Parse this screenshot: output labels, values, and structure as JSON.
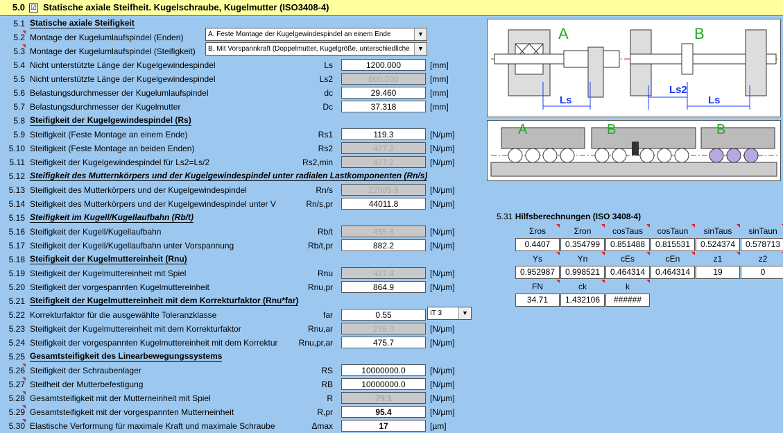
{
  "header": {
    "num": "5.0",
    "checkbox": "☑",
    "title": "Statische axiale Steifheit. Kugelschraube, Kugelmutter (ISO3408-4)"
  },
  "rows": [
    {
      "num": "5.1",
      "label": "Statische axiale Steifigkeit",
      "style": "bold",
      "sym": "",
      "val": "",
      "unit": ""
    },
    {
      "num": "5.2",
      "label": "Montage der Kugelumlaufspindel (Enden)",
      "style": "",
      "sym": "",
      "val": "",
      "unit": ""
    },
    {
      "num": "5.3",
      "label": "Montage der Kugelumlaufspindel (Steifigkeit)",
      "style": "",
      "sym": "",
      "val": "",
      "unit": ""
    },
    {
      "num": "5.4",
      "label": "Nicht unterstützte Länge der Kugelgewindespindel",
      "style": "",
      "sym": "Ls",
      "val": "1200.000",
      "unit": "[mm]"
    },
    {
      "num": "5.5",
      "label": "Nicht unterstützte Länge der Kugelgewindespindel",
      "style": "",
      "sym": "Ls2",
      "val": "600.000",
      "gray": true,
      "unit": "[mm]"
    },
    {
      "num": "5.6",
      "label": "Belastungsdurchmesser der Kugelumlaufspindel",
      "style": "",
      "sym": "dc",
      "val": "29.460",
      "unit": "[mm]"
    },
    {
      "num": "5.7",
      "label": "Belastungsdurchmesser der Kugelmutter",
      "style": "",
      "sym": "Dc",
      "val": "37.318",
      "unit": "[mm]"
    },
    {
      "num": "5.8",
      "label": "Steifigkeit der Kugelgewindespindel (Rs)",
      "style": "bold",
      "sym": "",
      "val": "",
      "unit": ""
    },
    {
      "num": "5.9",
      "label": "Steifigkeit (Feste Montage an einem Ende)",
      "style": "",
      "sym": "Rs1",
      "val": "119.3",
      "unit": "[N/µm]"
    },
    {
      "num": "5.10",
      "label": "Steifigkeit (Feste Montage an beiden Enden)",
      "style": "",
      "sym": "Rs2",
      "val": "477.2",
      "gray": true,
      "unit": "[N/µm]"
    },
    {
      "num": "5.11",
      "label": "Steifigkeit der Kugelgewindespindel für Ls2=Ls/2",
      "style": "",
      "sym": "Rs2,min",
      "val": "477.2",
      "gray": true,
      "unit": "[N/µm]"
    },
    {
      "num": "5.12",
      "label": "Steifigkeit des Mutternkörpers und der Kugelgewindespindel unter radialen Lastkomponenten (Rn/s)",
      "style": "bi",
      "sym": "",
      "val": "",
      "unit": ""
    },
    {
      "num": "5.13",
      "label": "Steifigkeit des Mutterkörpers und der Kugelgewindespindel",
      "style": "",
      "sym": "Rn/s",
      "val": "22005.9",
      "gray": true,
      "unit": "[N/µm]"
    },
    {
      "num": "5.14",
      "label": "Steifigkeit des Mutterkörpers und der Kugelgewindespindel unter V",
      "style": "",
      "sym": "Rn/s,pr",
      "val": "44011.8",
      "unit": "[N/µm]"
    },
    {
      "num": "5.15",
      "label": "Steifigkeit im Kugell/Kugellaufbahn (Rb/t)",
      "style": "bi",
      "sym": "",
      "val": "",
      "unit": ""
    },
    {
      "num": "5.16",
      "label": "Steifigkeit der Kugell/Kugellaufbahn",
      "style": "",
      "sym": "Rb/t",
      "val": "435.8",
      "gray": true,
      "unit": "[N/µm]"
    },
    {
      "num": "5.17",
      "label": "Steifigkeit der Kugell/Kugellaufbahn unter Vorspannung",
      "style": "",
      "sym": "Rb/t,pr",
      "val": "882.2",
      "unit": "[N/µm]"
    },
    {
      "num": "5.18",
      "label": "Steifigkeit der Kugelmuttereinheit (Rnu)",
      "style": "bold",
      "sym": "",
      "val": "",
      "unit": ""
    },
    {
      "num": "5.19",
      "label": "Steifigkeit der Kugelmuttereinheit mit Spiel",
      "style": "",
      "sym": "Rnu",
      "val": "427.4",
      "gray": true,
      "unit": "[N/µm]"
    },
    {
      "num": "5.20",
      "label": "Steifigkeit der vorgespannten Kugelmuttereinheit",
      "style": "",
      "sym": "Rnu,pr",
      "val": "864.9",
      "unit": "[N/µm]"
    },
    {
      "num": "5.21",
      "label": "Steifigkeit der Kugelmuttereinheit mit dem Korrekturfaktor (Rnu*far)",
      "style": "bold",
      "sym": "",
      "val": "",
      "unit": ""
    },
    {
      "num": "5.22",
      "label": "Korrekturfaktor für die ausgewählte Toleranzklasse",
      "style": "",
      "sym": "far",
      "val": "0.55",
      "unit": ""
    },
    {
      "num": "5.23",
      "label": "Steifigkeit der Kugelmuttereinheit mit dem Korrekturfaktor",
      "style": "",
      "sym": "Rnu,ar",
      "val": "235.0",
      "gray": true,
      "unit": "[N/µm]"
    },
    {
      "num": "5.24",
      "label": "Steifigkeit der vorgespannten Kugelmuttereinheit mit dem Korrektur",
      "style": "",
      "sym": "Rnu,pr,ar",
      "val": "475.7",
      "unit": "[N/µm]"
    },
    {
      "num": "5.25",
      "label": "Gesamtsteifigkeit des Linearbewegungssystems",
      "style": "bold",
      "sym": "",
      "val": "",
      "unit": ""
    },
    {
      "num": "5.26",
      "label": "Steifigkeit der Schraubenlager",
      "style": "",
      "sym": "RS",
      "val": "10000000.0",
      "unit": "[N/µm]"
    },
    {
      "num": "5.27",
      "label": "Steifheit der Mutterbefestigung",
      "style": "",
      "sym": "RB",
      "val": "10000000.0",
      "unit": "[N/µm]"
    },
    {
      "num": "5.28",
      "label": "Gesamtsteifigkeit mit der Mutterneinheit mit Spiel",
      "style": "",
      "sym": "R",
      "val": "79.1",
      "gray": true,
      "bold": true,
      "unit": "[N/µm]"
    },
    {
      "num": "5.29",
      "label": "Gesamtsteifigkeit mit der vorgespannten Mutterneinheit",
      "style": "",
      "sym": "R,pr",
      "val": "95.4",
      "bold": true,
      "unit": "[N/µm]"
    },
    {
      "num": "5.30",
      "label": "Elastische Verformung für maximale Kraft und maximale Schraube",
      "style": "",
      "sym": "Δmax",
      "val": "17",
      "bold": true,
      "unit": "[µm]"
    }
  ],
  "dropdowns": {
    "mount_ends": "A. Feste Montage der Kugelgewindespindel an einem Ende",
    "mount_stiff": "B. Mit Vorspannkraft (Doppelmutter, Kugelgröße, unterschiedliche",
    "tolerance": "IT 3",
    "arrow": "▼"
  },
  "drawing_labels": {
    "a": "A",
    "b": "B",
    "ls": "Ls",
    "ls2": "Ls2",
    "ls_b": "Ls",
    "a2": "A",
    "b2": "B",
    "b3": "B"
  },
  "aux": {
    "num": "5.31",
    "title": "Hilfsberechnungen",
    "title_suffix": "(ISO 3408-4)",
    "h1": [
      "Σros",
      "Σron",
      "cosTaus",
      "cosTaun",
      "sinTaus",
      "sinTaun"
    ],
    "v1": [
      "0.4407",
      "0.354799",
      "0.851488",
      "0.815531",
      "0.524374",
      "0.578713"
    ],
    "h2": [
      "Ys",
      "Yn",
      "cEs",
      "cEn",
      "z1",
      "z2"
    ],
    "v2": [
      "0.952987",
      "0.998521",
      "0.464314",
      "0.464314",
      "19",
      "0"
    ],
    "h3": [
      "FN",
      "ck",
      "k"
    ],
    "v3": [
      "34.71",
      "1.432106",
      "######"
    ]
  },
  "colors": {
    "bg": "#9cc8f0",
    "header": "#ffffa0",
    "green": "#22aa22",
    "blue": "#1a3cff",
    "red": "#e02020"
  }
}
